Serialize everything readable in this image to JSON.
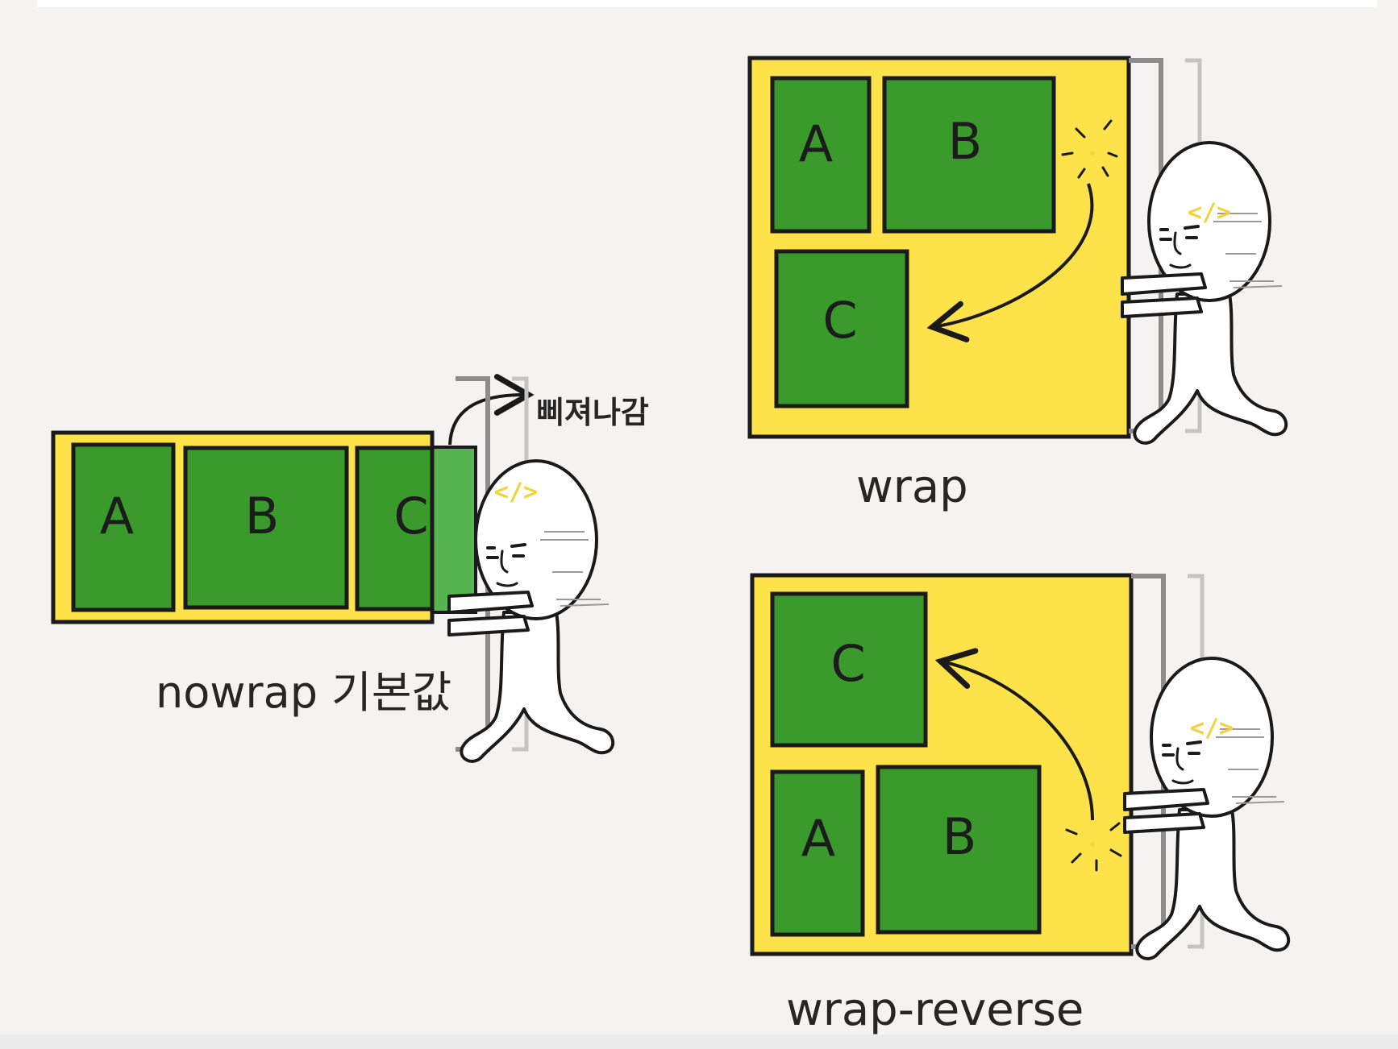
{
  "diagrams": {
    "nowrap": {
      "caption": "nowrap 기본값",
      "overflow_note": "삐져나감",
      "items": [
        "A",
        "B",
        "C"
      ]
    },
    "wrap": {
      "caption": "wrap",
      "items": [
        "A",
        "B",
        "C"
      ]
    },
    "wrap_reverse": {
      "caption": "wrap-reverse",
      "items": [
        "C",
        "A",
        "B"
      ]
    }
  },
  "character_emblem": "</>",
  "colors": {
    "background": "#f4f3f1",
    "container_yellow": "#fde24a",
    "item_green": "#3b9a2c",
    "overflow_green": "#56b451",
    "outline": "#1a1a1a",
    "emblem": "#f0d43a"
  }
}
